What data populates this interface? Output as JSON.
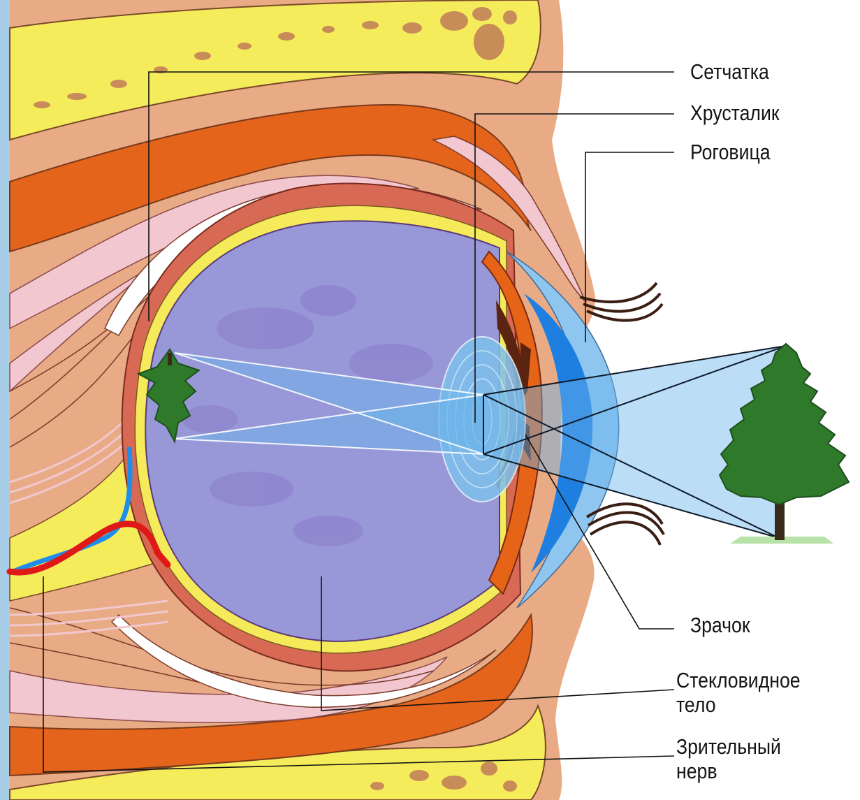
{
  "labels": {
    "retina": "Сетчатка",
    "lens": "Хрусталик",
    "cornea": "Роговица",
    "pupil": "Зрачок",
    "vitreous": [
      "Стекловидное",
      "тело"
    ],
    "optic_nerve": [
      "Зрительный",
      "нерв"
    ]
  },
  "colors": {
    "background_right": "#ffffff",
    "border_left": "#a8cde6",
    "skin": "#e8ab85",
    "skin_dark": "#d99670",
    "muscle": "#e5641c",
    "bone": "#f5ec5c",
    "bone_spot": "#c88c58",
    "pink_layer": "#f2c7d0",
    "sclera_red": "#d86a55",
    "choroid_yellow": "#f4ea5a",
    "vitreous": "#9898d8",
    "vitreous_dots": "#8a7ecb",
    "iris": "#e66418",
    "iris_dark": "#5a2410",
    "cornea_dark": "#1f7fe0",
    "cornea_light": "#8ec6f0",
    "lens": "#7ec0ec",
    "rays": "#6ab4ea",
    "tree_green": "#2f7a2a",
    "tree_dark": "#1d4f1c",
    "trunk": "#3a2a1a",
    "ground": "#b7e2a8",
    "nerve_red": "#e01818",
    "nerve_blue": "#1e8ee8",
    "eyelash": "#3a1e14"
  },
  "icons": {
    "tree_object": "tree-icon",
    "tree_image": "inverted-tree-icon"
  }
}
